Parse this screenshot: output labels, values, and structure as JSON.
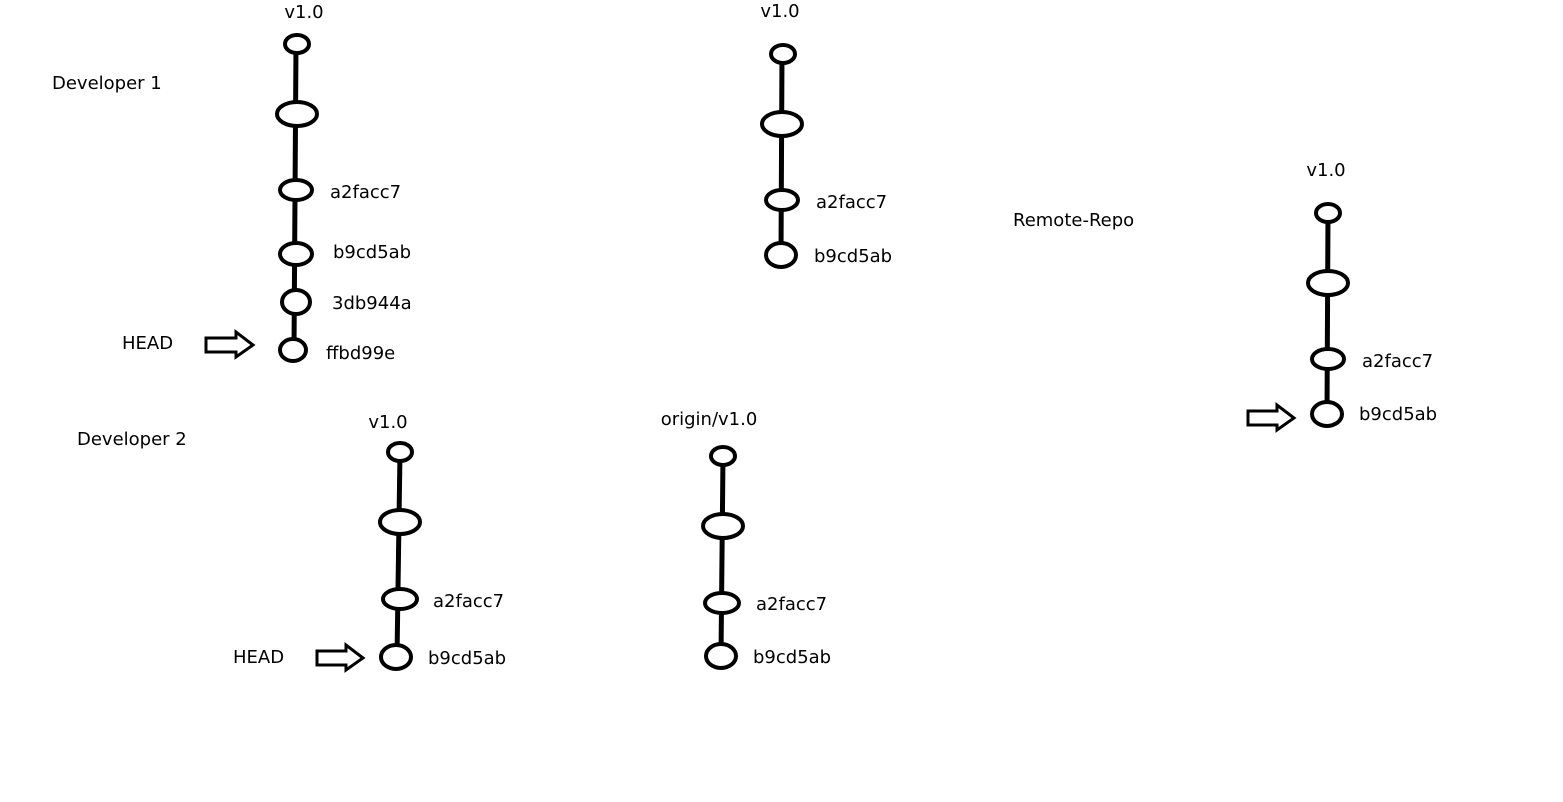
{
  "colors": {
    "ink": "#000000",
    "background": "#ffffff"
  },
  "sections": {
    "developer1": "Developer 1",
    "developer2": "Developer 2",
    "remote": "Remote-Repo"
  },
  "pointers": {
    "head1": "HEAD",
    "head2": "HEAD"
  },
  "graphs": [
    {
      "id": "dev1-local",
      "branch_label": "v1.0",
      "commits": [
        "",
        "",
        "a2facc7",
        "b9cd5ab",
        "3db944a",
        "ffbd99e"
      ]
    },
    {
      "id": "dev1-remote-tracking",
      "branch_label": "v1.0",
      "commits": [
        "",
        "",
        "a2facc7",
        "b9cd5ab"
      ]
    },
    {
      "id": "remote-repo",
      "branch_label": "v1.0",
      "commits": [
        "",
        "",
        "a2facc7",
        "b9cd5ab"
      ]
    },
    {
      "id": "dev2-local",
      "branch_label": "v1.0",
      "commits": [
        "",
        "",
        "a2facc7",
        "b9cd5ab"
      ]
    },
    {
      "id": "dev2-remote-tracking",
      "branch_label": "origin/v1.0",
      "commits": [
        "",
        "",
        "a2facc7",
        "b9cd5ab"
      ]
    }
  ]
}
